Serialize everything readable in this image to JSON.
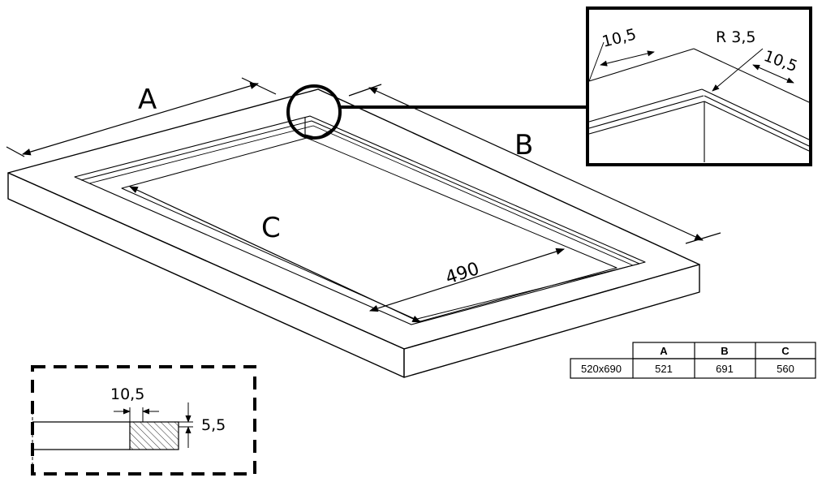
{
  "labels": {
    "a": "A",
    "b": "B",
    "c": "C",
    "dim_490": "490"
  },
  "detail": {
    "dim_left": "10,5",
    "radius": "R 3,5",
    "dim_right": "10,5"
  },
  "section": {
    "width": "10,5",
    "height": "5,5"
  },
  "table": {
    "headers": [
      "",
      "A",
      "B",
      "C"
    ],
    "rows": [
      [
        "520x690",
        "521",
        "691",
        "560"
      ]
    ]
  }
}
